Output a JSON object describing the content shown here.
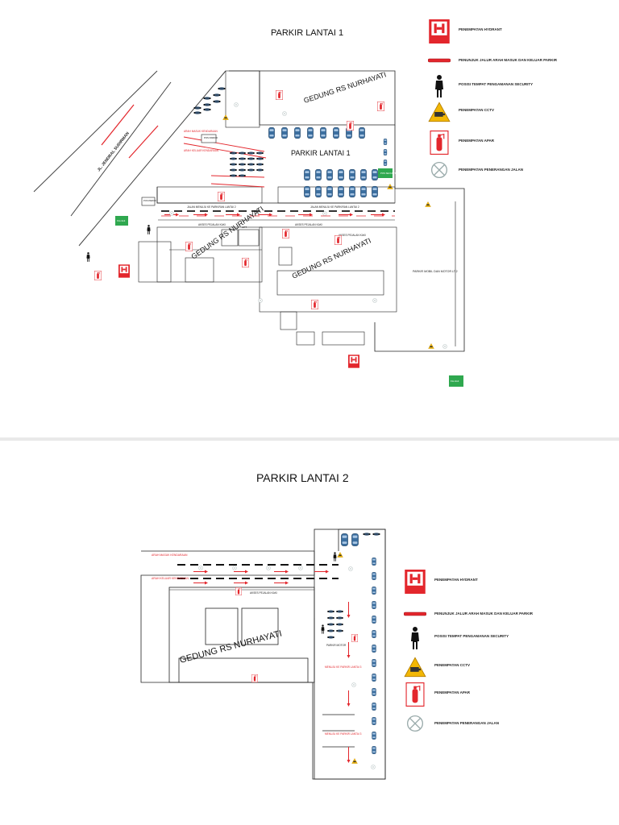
{
  "page1": {
    "title": "PARKIR LANTAI 1",
    "road_name": "JL. JENDRAL SUDIRMAN",
    "building_top": "GEDUNG RS NURHAYATI",
    "building_left": "GEDUNG RS NURHAYATI",
    "building_mid": "GEDUNG RS NURHAYATI",
    "parkir_label": "PARKIR LANTAI 1",
    "pos_parkir": "POS PARKIR",
    "arah_masuk": "ARAH MASUK KENDARAAN",
    "arah_keluar": "ARAH KELUAR KENDARAAN",
    "jalan_menuju_left": "JALAN MENUJU KE PARKIRAN LANTAI 2",
    "jalan_menuju_right": "JALAN MENUJU KE PARKIRAN LANTAI 2",
    "akses_pejalan_1": "AKSES PEJALAN KAKI",
    "akses_pejalan_2": "AKSES PEJALAN KAKI",
    "akses_pejalan_3": "AKSES PEJALAN KAKI",
    "lift": "LIFT",
    "parkir_mobil": "PARKIR MOBIL DAN MOTOR LT.2",
    "fire_exit": "Fire Exit",
    "fire_hydrant": "Fire hydrant",
    "pos_small": "POS PARKIR",
    "pos_security": "POS SECURITY"
  },
  "page2": {
    "title": "PARKIR LANTAI 2",
    "building": "GEDUNG RS NURHAYATI",
    "arah_masuk": "ARAH MASUK KENDARAAN",
    "arah_keluar": "ARAH KELUAR KENDARAAN",
    "akses_pejalan": "AKSES PEJALAN KAKI",
    "parkir_motor": "PARKIR MOTOR",
    "menuju_lantai3_a": "MENUJU KE PARKIR LANTAI 3",
    "menuju_lantai3_b": "MENUJU KE PARKIR LANTAI 3"
  },
  "legend": [
    {
      "icon": "hydrant-icon",
      "label": "PENEMPATAN HYDRANT",
      "icon_text": "Fire hydrant"
    },
    {
      "icon": "arrow-line-icon",
      "label": "PENUNJUK JALUR ARAH MASUK DAN KELUAR PARKIR"
    },
    {
      "icon": "security-guard-icon",
      "label": "POSISI TEMPAT PENGAMANAN SECURITY"
    },
    {
      "icon": "cctv-icon",
      "label": "PENEMPATAN CCTV"
    },
    {
      "icon": "fire-extinguisher-icon",
      "label": "PENEMPATAN APAR"
    },
    {
      "icon": "street-light-icon",
      "label": "PENEMPATAN PENERANGAN JALAN"
    }
  ],
  "colors": {
    "hydrant_red": "#e3262c",
    "exit_green": "#2fa84f",
    "car_blue": "#3c6fa0",
    "cctv_yellow": "#f2b705"
  }
}
